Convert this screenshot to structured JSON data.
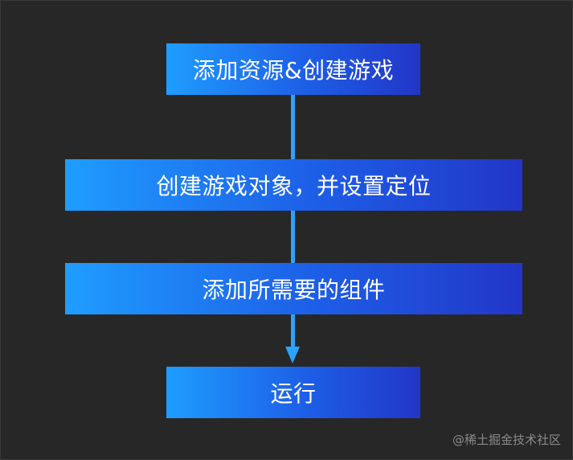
{
  "flow": {
    "steps": [
      {
        "label": "添加资源&创建游戏"
      },
      {
        "label": "创建游戏对象，并设置定位"
      },
      {
        "label": "添加所需要的组件"
      },
      {
        "label": "运行"
      }
    ]
  },
  "watermark": {
    "text": "@稀土掘金技术社区"
  },
  "colors": {
    "background": "#272727",
    "box_gradient_start": "#1f9dff",
    "box_gradient_end": "#2236c8",
    "connector": "#2aa4ff",
    "text": "#ffffff",
    "watermark": "#8a8a8a"
  }
}
